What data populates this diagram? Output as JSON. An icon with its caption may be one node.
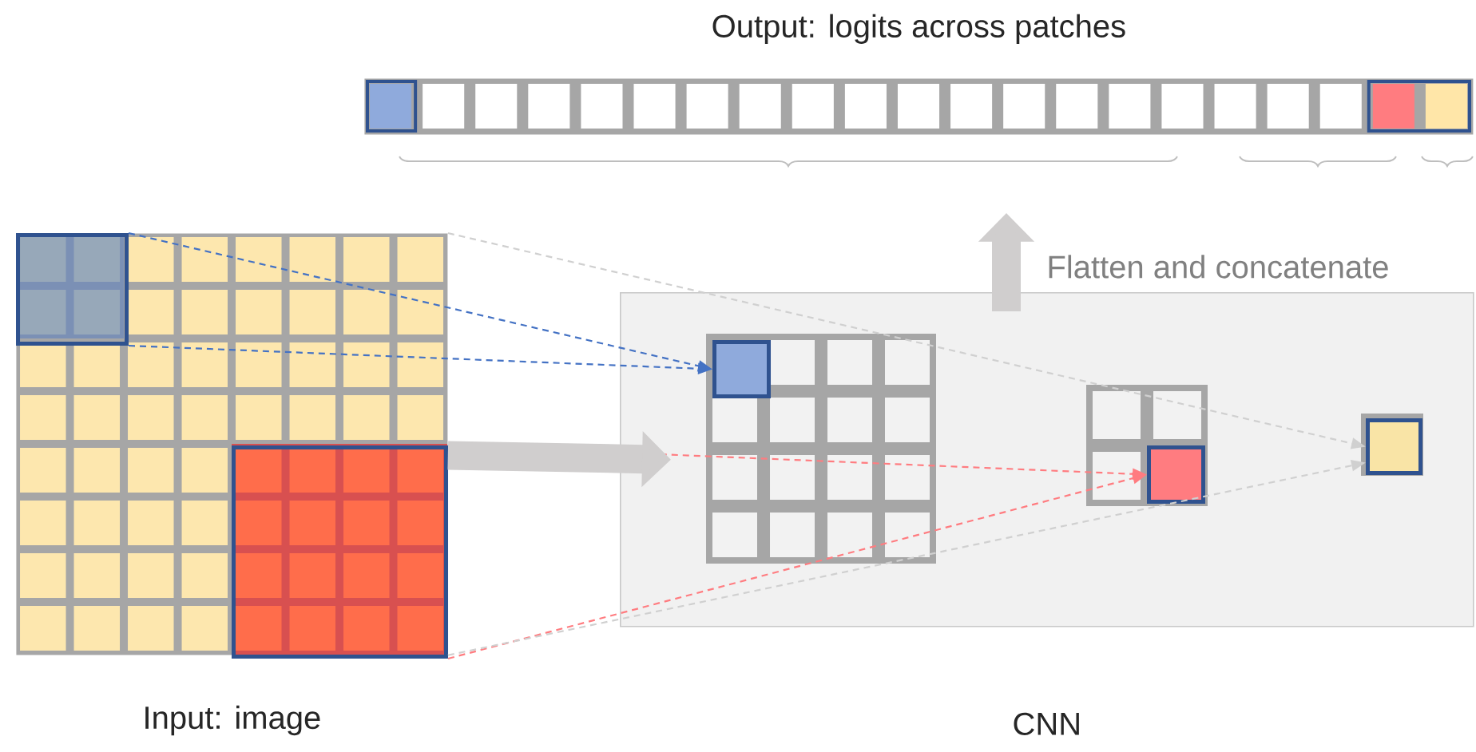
{
  "diagram": {
    "nodes": [
      {
        "text": [
          "Input: image"
        ]
      },
      {
        "text": [],
        "shape": "box",
        "in": 0
      },
      {
        "text": [],
        "shape": "box",
        "in": 0
      },
      {
        "text": [
          "CNN"
        ]
      },
      {
        "text": [],
        "shape": "box",
        "in": 3
      },
      {
        "text": [],
        "shape": "box",
        "in": 3
      },
      {
        "text": [],
        "shape": "box",
        "in": 3
      },
      {
        "text": [
          "Output: logits across patches"
        ]
      }
    ],
    "edges": [
      {
        "from": 1,
        "to": 4,
        "arrow": "to",
        "style": "dashed",
        "color": "#4472c4"
      },
      {
        "from": 1,
        "to": 4,
        "arrow": "to",
        "style": "dashed",
        "color": "#4472c4"
      },
      {
        "from": 2,
        "to": 5,
        "arrow": "to",
        "style": "dashed",
        "color": "#ff7c80"
      },
      {
        "from": 2,
        "to": 5,
        "arrow": "to",
        "style": "dashed",
        "color": "#ff7c80"
      },
      {
        "from": 0,
        "to": 6,
        "arrow": "to",
        "style": "dashed",
        "color": "#d0d0d0"
      },
      {
        "from": 0,
        "to": 6,
        "arrow": "to",
        "style": "dashed",
        "color": "#d0d0d0"
      },
      {
        "from": 0,
        "to": 3,
        "arrow": "to",
        "style": "thick",
        "color": "#d0cece"
      },
      {
        "from": 3,
        "to": 7,
        "arrow": "to",
        "style": "thick",
        "color": "#d0cece",
        "label": "Flatten and concatenate"
      }
    ]
  }
}
